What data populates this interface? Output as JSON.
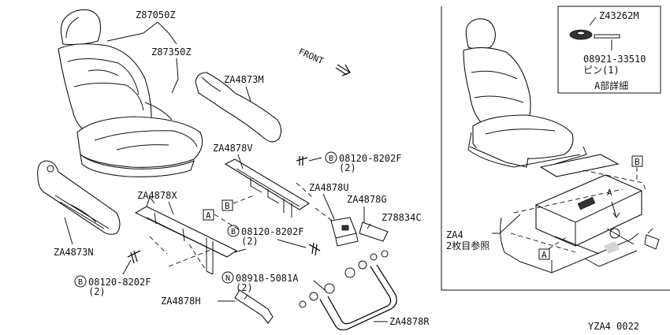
{
  "labels": {
    "z87050z": "Z87050Z",
    "z87350z": "Z87350Z",
    "front": "FRONT",
    "za4873m": "ZA4873M",
    "za4878v": "ZA4878V",
    "bolt_top_part": "08120-8202F",
    "bolt_top_qty": "(2)",
    "za4878x": "ZA4878X",
    "za4878u": "ZA4878U",
    "za4878g": "ZA4878G",
    "z78834c": "Z78834C",
    "za4873n": "ZA4873N",
    "bolt_mid_part": "08120-8202F",
    "bolt_mid_qty": "(2)",
    "bolt_left_part": "08120-8202F",
    "bolt_left_qty": "(2)",
    "nut_part": "08918-5081A",
    "nut_qty": "(2)",
    "za4878h": "ZA4878H",
    "za4878r": "ZA4878R",
    "z43262m": "Z43262M",
    "pin_part": "08921-33510",
    "pin_desc": "ピン(1)",
    "detail_title": "A部詳細",
    "za4_ref": "ZA4",
    "za4_ref_note": "2枚目参照",
    "callout_a": "A",
    "callout_b": "B",
    "circle_b": "B",
    "circle_n": "N",
    "drawing_no": "YZA4  0022"
  }
}
